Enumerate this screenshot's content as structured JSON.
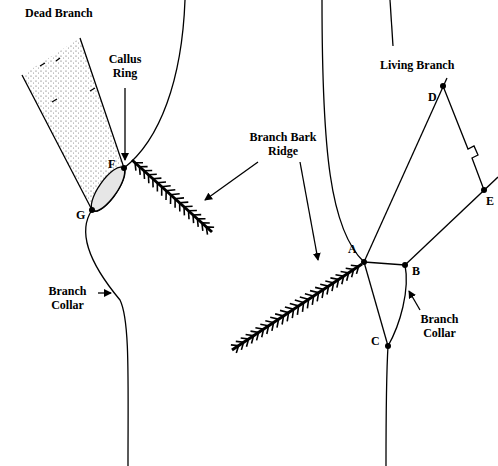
{
  "diagram": {
    "labels": [
      "Dead Branch",
      "Callus Ring",
      "F",
      "G",
      "Branch Bark Ridge",
      "Branch Collar",
      "Living Branch",
      "D",
      "E",
      "A",
      "B",
      "C",
      "Branch Collar"
    ]
  }
}
